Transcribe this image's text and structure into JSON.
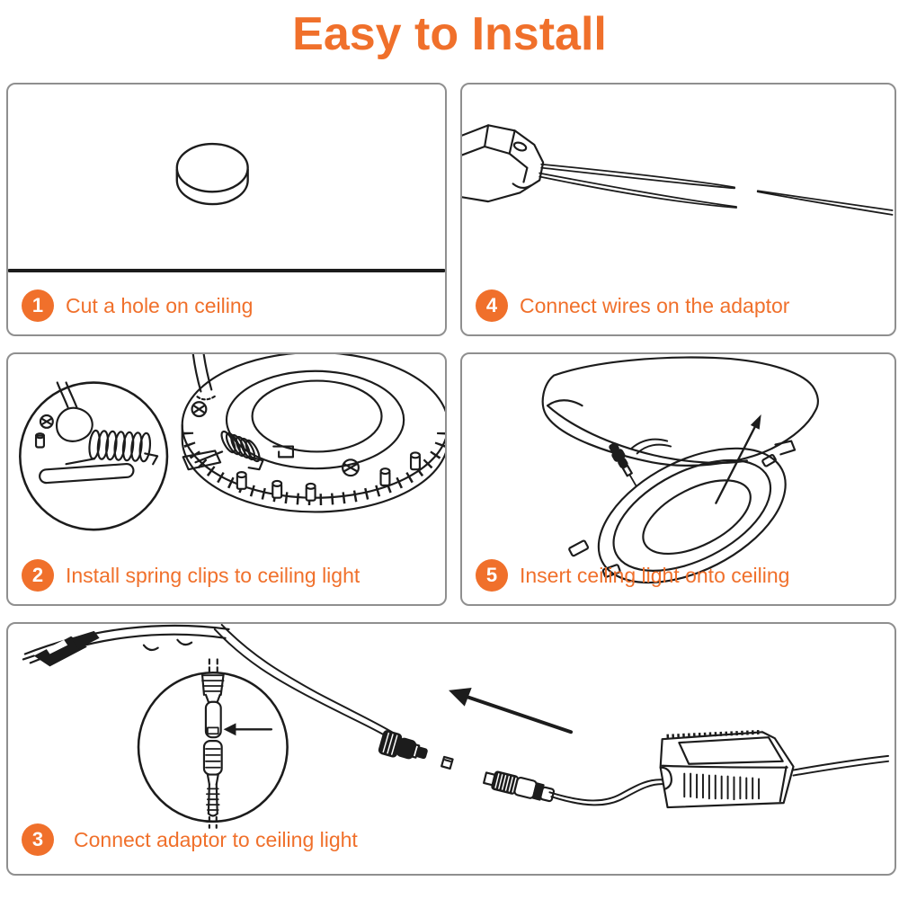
{
  "page": {
    "title": "Easy to Install"
  },
  "colors": {
    "accent_orange": "#F0702B",
    "line_art": "#1C1C1C",
    "panel_border": "#8F8F8F",
    "background": "#FFFFFF"
  },
  "steps": [
    {
      "number": "1",
      "label": "Cut a hole on ceiling",
      "illustration": "hole-cut-in-ceiling"
    },
    {
      "number": "2",
      "label": "Install spring clips to ceiling light",
      "illustration": "spring-clips-on-ceiling-light"
    },
    {
      "number": "3",
      "label": "Connect adaptor to ceiling light",
      "illustration": "adaptor-to-light-connection"
    },
    {
      "number": "4",
      "label": "Connect wires on the adaptor",
      "illustration": "wires-on-adaptor"
    },
    {
      "number": "5",
      "label": "Insert ceiling light onto ceiling",
      "illustration": "light-into-ceiling"
    }
  ]
}
